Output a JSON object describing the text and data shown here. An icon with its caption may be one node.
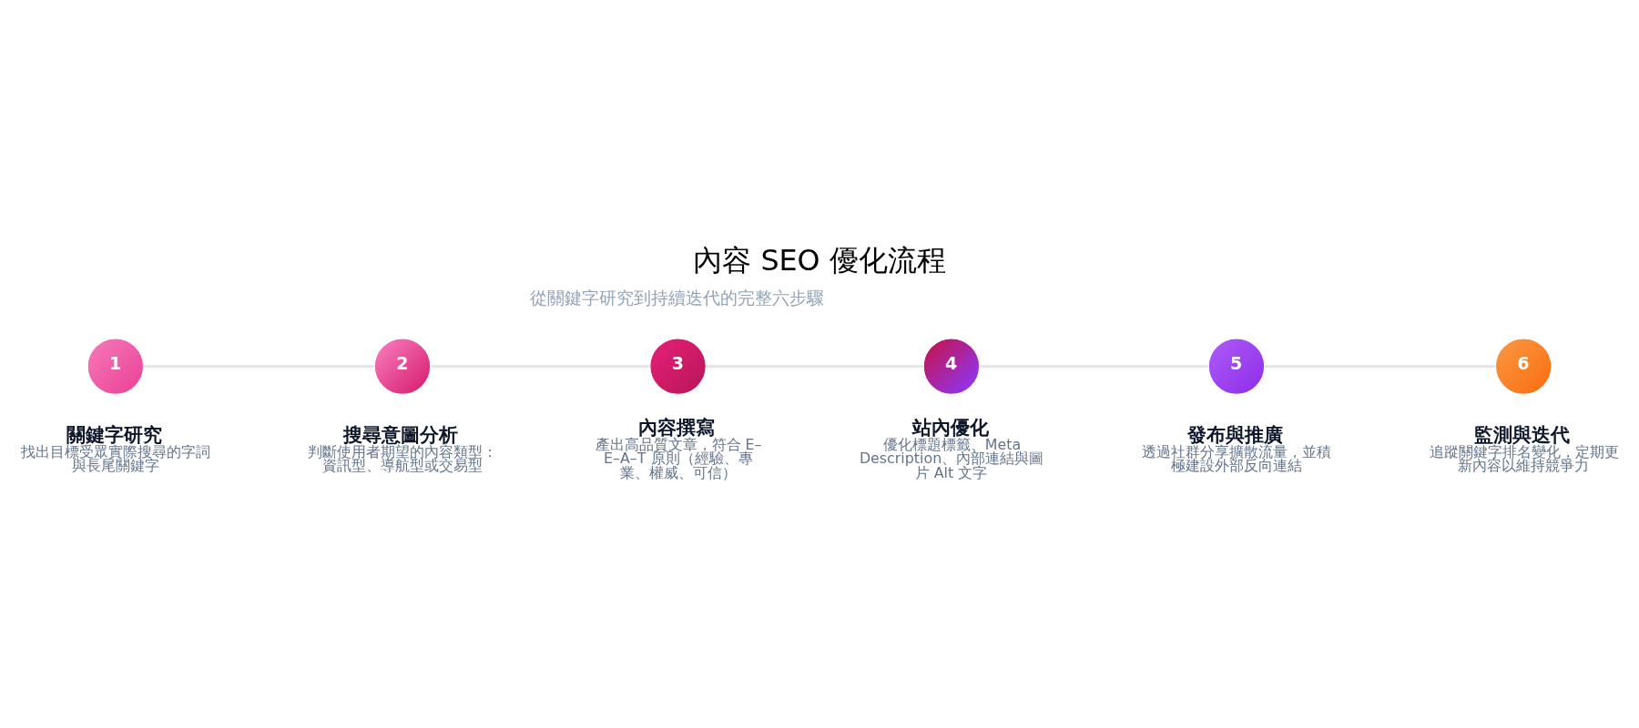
{
  "diagram": {
    "title": "內容 SEO 優化流程",
    "nodes": [
      {
        "text": [
          "1"
        ],
        "beside": [
          "關鍵字研究",
          "找出目標受眾實際搜尋的字詞與長尾關鍵字"
        ]
      },
      {
        "text": [
          "2"
        ],
        "beside": [
          "搜尋意圖分析",
          "判斷使用者期望的內容類型：資訊型、導航型或交易型"
        ]
      },
      {
        "text": [
          "3"
        ],
        "beside": [
          "內容撰寫",
          "產出高品質文章，符合 E–E–A–T 原則（經驗、專業、權威、可信）"
        ]
      },
      {
        "text": [
          "4"
        ],
        "beside": [
          "站內優化",
          "優化標題標籤、Meta Description、內部連結與圖片 Alt 文字"
        ]
      },
      {
        "text": [
          "5"
        ],
        "beside": [
          "發布與推廣",
          "透過社群分享擴散流量，並積極建設外部反向連結"
        ]
      },
      {
        "text": [
          "6"
        ],
        "beside": [
          "監測與迭代",
          "追蹤關鍵字排名變化，定期更新內容以維持競爭力"
        ]
      }
    ],
    "edges": [
      {
        "from": 0,
        "to": 1,
        "arrow": "none"
      },
      {
        "from": 1,
        "to": 2,
        "arrow": "none"
      },
      {
        "from": 2,
        "to": 3,
        "arrow": "none"
      },
      {
        "from": 3,
        "to": 4,
        "arrow": "none"
      },
      {
        "from": 4,
        "to": 5,
        "arrow": "none"
      }
    ],
    "labels": [
      "從關鍵字研究到持續迭代的完整六步驟"
    ]
  }
}
